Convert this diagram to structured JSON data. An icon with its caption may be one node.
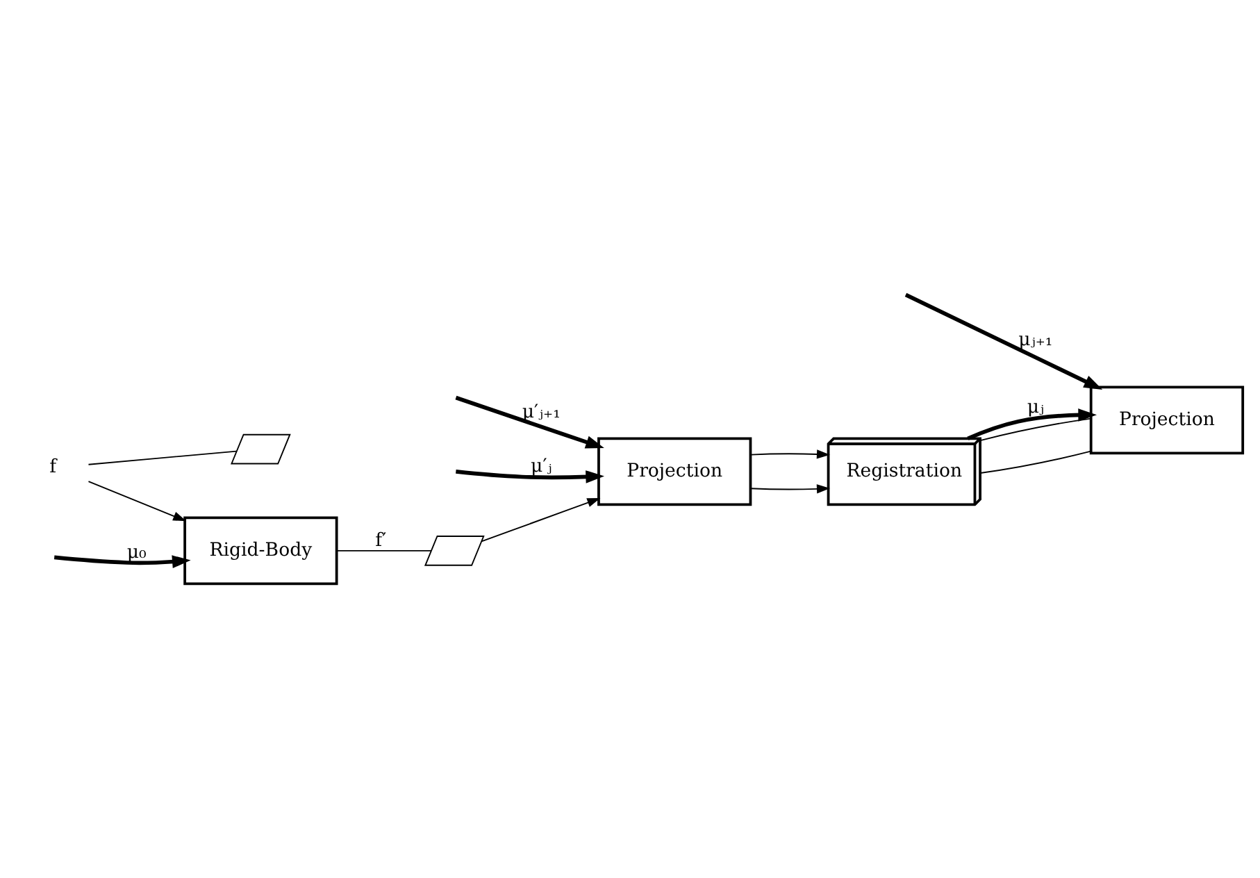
{
  "diagram": {
    "nodes": [
      {
        "text": [
          "Rigid-Body"
        ]
      },
      {
        "text": [
          "Projection"
        ]
      },
      {
        "text": [
          "Registration"
        ]
      },
      {
        "text": [
          "Projection"
        ]
      },
      {
        "text": [
          "f"
        ]
      },
      {
        "text": [],
        "shape": "parallelogram"
      },
      {
        "text": [],
        "shape": "parallelogram"
      }
    ],
    "edges": [
      {
        "from": 4,
        "to": 0,
        "arrow": "to"
      },
      {
        "from": 4,
        "to": 6,
        "arrow": "none"
      },
      {
        "from": 0,
        "to": 5,
        "arrow": "none",
        "label": "f′"
      },
      {
        "from": 5,
        "to": 1,
        "arrow": "to"
      },
      {
        "from": null,
        "to": 0,
        "arrow": "to",
        "label": "μ₀",
        "style": "thick"
      },
      {
        "from": null,
        "to": 1,
        "arrow": "to",
        "label": "μ′ⱼ₊₁",
        "style": "thick"
      },
      {
        "from": null,
        "to": 1,
        "arrow": "to",
        "label": "μ′ⱼ",
        "style": "thick"
      },
      {
        "from": 1,
        "to": 2,
        "arrow": "to"
      },
      {
        "from": 1,
        "to": 2,
        "arrow": "to"
      },
      {
        "from": 2,
        "to": 3,
        "arrow": "none"
      },
      {
        "from": 2,
        "to": 3,
        "arrow": "none"
      },
      {
        "from": null,
        "to": 3,
        "arrow": "to",
        "label": "μⱼ₊₁",
        "style": "thick"
      },
      {
        "from": 2,
        "to": 3,
        "arrow": "to",
        "label": "μⱼ",
        "style": "thick"
      }
    ]
  }
}
